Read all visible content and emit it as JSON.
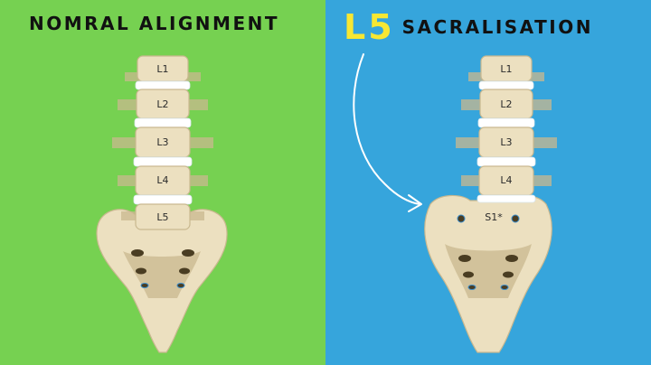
{
  "colors": {
    "left_bg": "#76d151",
    "right_bg": "#36a5dc",
    "bone": "#ece0c0",
    "bone_shadow": "#c9b88f",
    "bone_dark": "#4a3d22",
    "disc": "#ffffff",
    "accent_yellow": "#f7e733",
    "arrow": "#ffffff"
  },
  "left_panel": {
    "title": "NOMRAL ALIGNMENT",
    "labels": [
      "L1",
      "L2",
      "L3",
      "L4",
      "L5"
    ]
  },
  "right_panel": {
    "title_accent": "L5",
    "title_rest": "SACRALISATION",
    "labels": [
      "L1",
      "L2",
      "L3",
      "L4"
    ],
    "fused_label": "S1*"
  }
}
